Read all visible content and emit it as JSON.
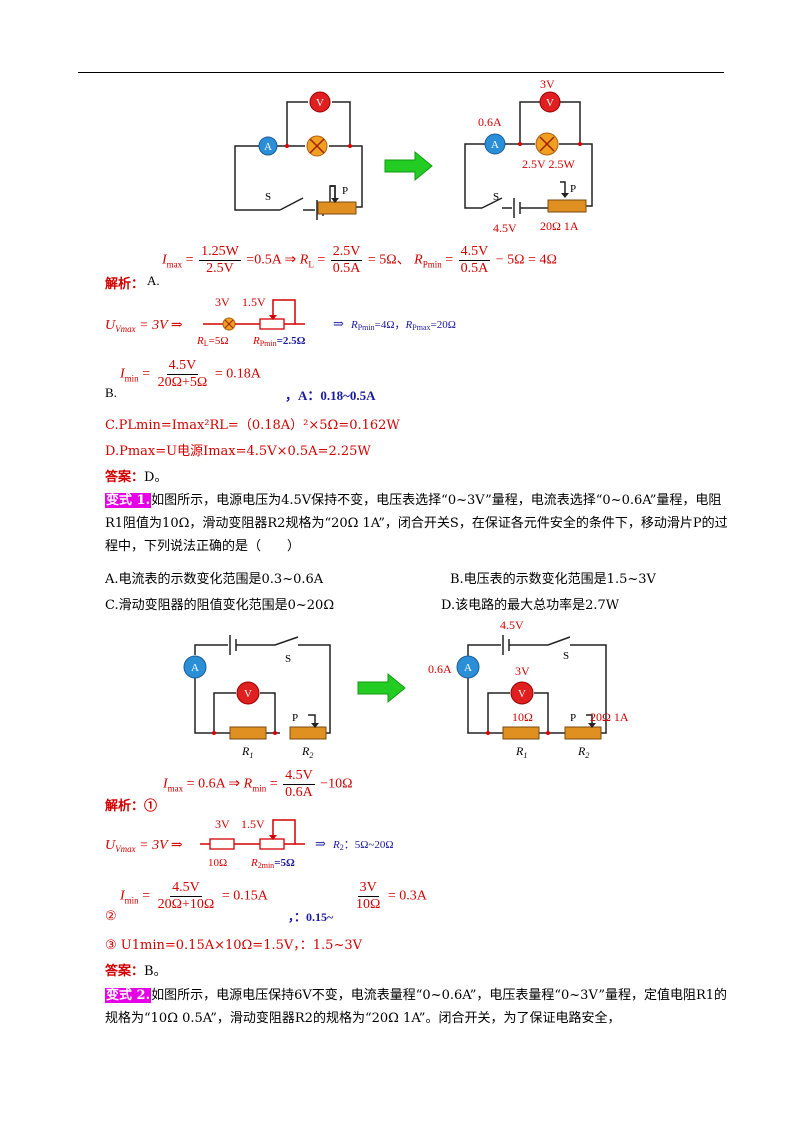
{
  "s1": {
    "solution_label": "解析：",
    "a_prefix": "A.",
    "a_eq": {
      "i_max": "I",
      "sub_max": "max",
      "eq": "=",
      "n1": "1.25W",
      "d1": "2.5V",
      "mid1": "=0.5A ⇒ ",
      "rl": "R",
      "sub_l": "L",
      "n2": "2.5V",
      "d2": "0.5A",
      "mid2": "= 5Ω、",
      "rp": "R",
      "sub_pmin": "Pmin",
      "n3": "4.5V",
      "d3": "0.5A",
      "tail": "− 5Ω = 4Ω"
    },
    "uv_line": {
      "u": "U",
      "sub": "Vmax",
      "val": " = 3V ⇒",
      "v3": "3V",
      "v15": "1.5V",
      "rl": "R",
      "rl_sub": "L",
      "rl_val": "=5Ω",
      "rp": "R",
      "rp_sub": "Pmin",
      "rp_val": "=2.5Ω",
      "arrow_text": "⇒",
      "rpmin": "R",
      "rpmin_sub": "Pmin",
      "rpmin_val": "=4Ω，",
      "rpmax": "R",
      "rpmax_sub": "Pmax",
      "rpmax_val": "=20Ω"
    },
    "b_prefix": "B.",
    "b_eq": {
      "i": "I",
      "sub": "min",
      "eq": "=",
      "n": "4.5V",
      "d": "20Ω+5Ω",
      "tail": "= 0.18A"
    },
    "b_answer": "，A：0.18~0.5A",
    "c_line": "C.PLmin=Imax²RL=（0.18A）²×5Ω=0.162W",
    "d_line": "D.Pmax=U电源Imax=4.5V×0.5A=2.25W",
    "answer_label": "答案：",
    "answer_val": "D。"
  },
  "diagrams": {
    "top_left": {
      "ammeter": "A",
      "voltmeter": "V",
      "switch": "S",
      "slider": "P"
    },
    "top_right": {
      "v3": "3V",
      "a06": "0.6A",
      "lamp": "2.5V 2.5W",
      "switch": "S",
      "slider": "P",
      "battery": "4.5V",
      "rheostat": "20Ω  1A"
    },
    "mid_left": {
      "ammeter": "A",
      "voltmeter": "V",
      "switch": "S",
      "slider": "P",
      "r1": "R",
      "r1_sub": "1",
      "r2": "R",
      "r2_sub": "2"
    },
    "mid_right": {
      "battery": "4.5V",
      "a06": "0.6A",
      "v3": "3V",
      "switch": "S",
      "r10": "10Ω",
      "slider": "P",
      "rheostat": "20Ω  1A",
      "r1": "R",
      "r1_sub": "1",
      "r2": "R",
      "r2_sub": "2"
    }
  },
  "v1": {
    "tag": "变式 1.",
    "text": "如图所示，电源电压为4.5V保持不变，电压表选择“0~3V”量程，电流表选择“0~0.6A”量程，电阻R1阻值为10Ω，滑动变阻器R2规格为“20Ω  1A”，闭合开关S，在保证各元件安全的条件下，移动滑片P的过程中，下列说法正确的是（　　）",
    "opt_a": "A.电流表的示数变化范围是0.3~0.6A",
    "opt_b": "B.电压表的示数变化范围是1.5~3V",
    "opt_c": "C.滑动变阻器的阻值变化范围是0~20Ω",
    "opt_d": "D.该电路的最大总功率是2.7W",
    "sol1_label": "解析：①",
    "sol1": {
      "i": "I",
      "sub": "max",
      "val": " = 0.6A ⇒ ",
      "r": "R",
      "rsub": "min",
      "eq": " = ",
      "n": "4.5V",
      "d": "0.6A",
      "tail": "−10Ω"
    },
    "uv": {
      "u": "U",
      "sub": "Vmax",
      "val": " = 3V ⇒",
      "v3": "3V",
      "v15": "1.5V",
      "r10": "10Ω",
      "r2": "R",
      "r2sub": "2min",
      "r2val": "=5Ω",
      "arrow": "⇒",
      "range_r": "R",
      "range_sub": "2",
      "range": "：5Ω~20Ω"
    },
    "sol2_prefix": "②",
    "sol2": {
      "i": "I",
      "sub": "min",
      "eq": " = ",
      "n": "4.5V",
      "d": "20Ω+10Ω",
      "tail": "= 0.15A",
      "mid": "，：0.15~",
      "n2": "3V",
      "d2": "10Ω",
      "tail2": "= 0.3A"
    },
    "sol3": "③ U1min=0.15A×10Ω=1.5V，：1.5~3V",
    "answer_label": "答案：",
    "answer_val": "B。"
  },
  "v2": {
    "tag": "变式 2.",
    "text": "如图所示，电源电压保持6V不变，电流表量程“0~0.6A”，电压表量程“0~3V”量程，定值电阻R1的规格为“10Ω  0.5A”，滑动变阻器R2的规格为“20Ω  1A”。闭合开关，为了保证电路安全，"
  }
}
